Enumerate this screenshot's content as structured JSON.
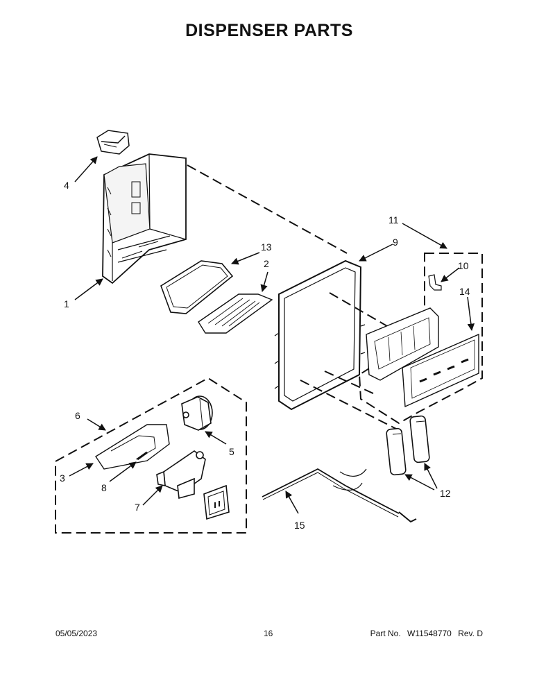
{
  "title": "DISPENSER PARTS",
  "callouts": {
    "c1": "1",
    "c2": "2",
    "c3": "3",
    "c4": "4",
    "c5": "5",
    "c6": "6",
    "c7": "7",
    "c8": "8",
    "c9": "9",
    "c10": "10",
    "c11": "11",
    "c12": "12",
    "c13": "13",
    "c14": "14",
    "c15": "15"
  },
  "footer": {
    "date": "05/05/2023",
    "page": "16",
    "part_label": "Part No.",
    "part_number": "W11548770",
    "revision": "Rev. D"
  }
}
